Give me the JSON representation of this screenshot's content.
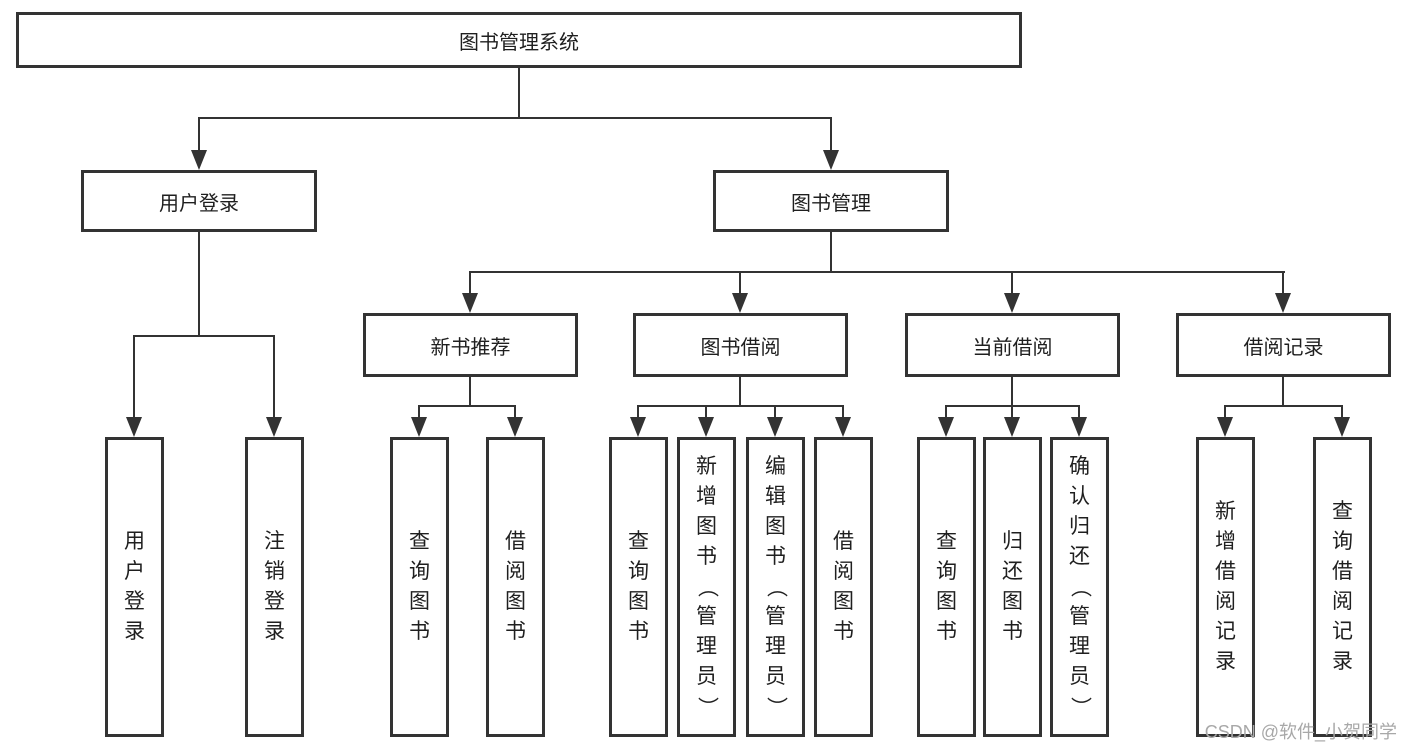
{
  "tree": {
    "label": "图书管理系统",
    "children": [
      {
        "label": "用户登录",
        "children": [
          {
            "label": "用户登录"
          },
          {
            "label": "注销登录"
          }
        ]
      },
      {
        "label": "图书管理",
        "children": [
          {
            "label": "新书推荐",
            "children": [
              {
                "label": "查询图书"
              },
              {
                "label": "借阅图书"
              }
            ]
          },
          {
            "label": "图书借阅",
            "children": [
              {
                "label": "查询图书"
              },
              {
                "label": "新增图书（管理员）"
              },
              {
                "label": "编辑图书（管理员）"
              },
              {
                "label": "借阅图书"
              }
            ]
          },
          {
            "label": "当前借阅",
            "children": [
              {
                "label": "查询图书"
              },
              {
                "label": "归还图书"
              },
              {
                "label": "确认归还（管理员）"
              }
            ]
          },
          {
            "label": "借阅记录",
            "children": [
              {
                "label": "新增借阅记录"
              },
              {
                "label": "查询借阅记录"
              }
            ]
          }
        ]
      }
    ]
  },
  "watermark": {
    "text": "CSDN @软件_小贺同学"
  },
  "colors": {
    "line": "#333333",
    "text": "#1f1f1f",
    "watermark": "#a8a8a8",
    "background": "#ffffff"
  }
}
